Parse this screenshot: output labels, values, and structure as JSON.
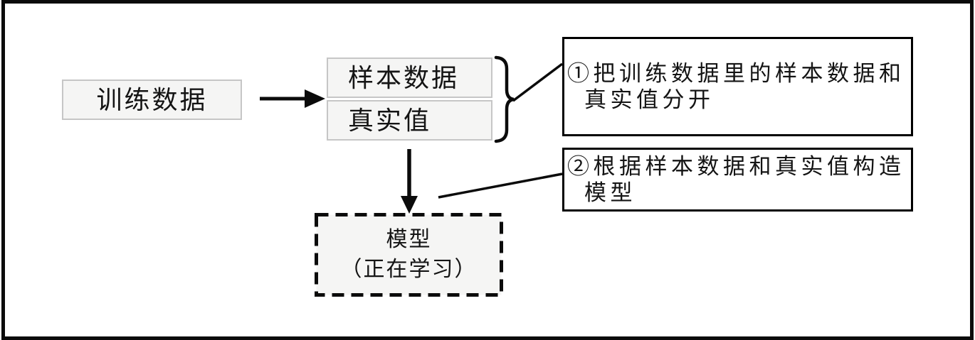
{
  "nodes": {
    "training_data": {
      "label": "训练数据"
    },
    "sample_data": {
      "label": "样本数据"
    },
    "ground_truth": {
      "label": "真实值"
    },
    "model": {
      "title": "模型",
      "subtitle": "（正在学习）"
    }
  },
  "annotations": {
    "step1": {
      "line1": "①把训练数据里的样本数据和",
      "line2": "真实值分开"
    },
    "step2": {
      "line1": "②根据样本数据和真实值构造",
      "line2": "模型"
    }
  },
  "colors": {
    "node_fill": "#f5f5f4",
    "node_border": "#c6c6c6",
    "connector": "#0b0b0b",
    "callout_fill": "#ffffff",
    "callout_border": "#000000",
    "ink": "#141414"
  }
}
